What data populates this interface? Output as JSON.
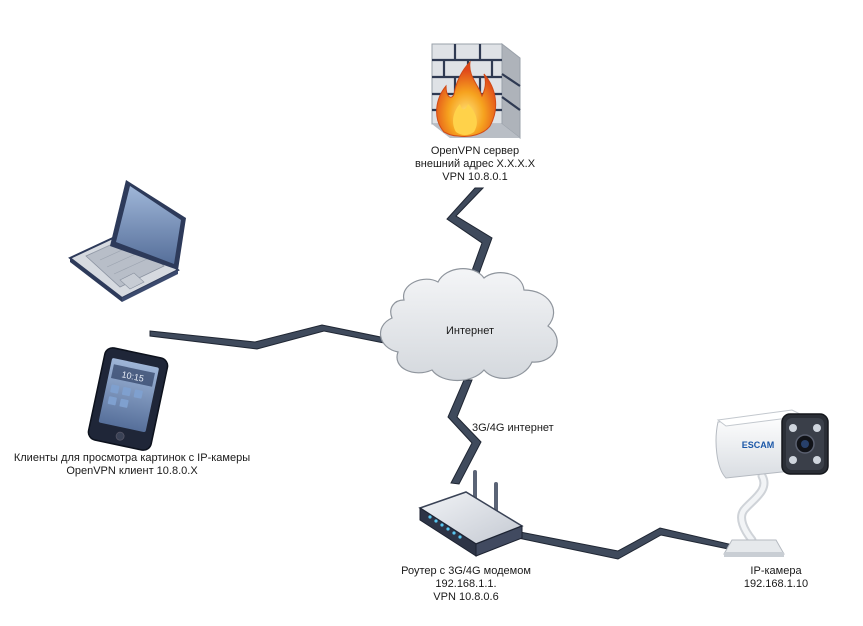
{
  "nodes": {
    "server": {
      "lines": [
        "OpenVPN сервер",
        "внешний адрес X.X.X.X",
        "VPN 10.8.0.1"
      ]
    },
    "internet": {
      "label": "Интернет"
    },
    "clients": {
      "lines": [
        "Клиенты для просмотра картинок с IP-камеры",
        "OpenVPN клиент 10.8.0.X"
      ]
    },
    "phone": {
      "clock": "10:15"
    },
    "router": {
      "lines": [
        "Роутер с 3G/4G модемом",
        "192.168.1.1.",
        "VPN 10.8.0.6"
      ]
    },
    "camera": {
      "brand": "ESCAM",
      "lines": [
        "IP-камера",
        "192.168.1.10"
      ]
    }
  },
  "links": {
    "uplink": {
      "label": "3G/4G интернет"
    }
  },
  "colors": {
    "bolt_fill": "#3f4a5c",
    "bolt_stroke": "#1f2633",
    "cloud": "#e4e7ea",
    "firewall_flame": "#f39a1b"
  },
  "icons": [
    "firewall-icon",
    "laptop-icon",
    "smartphone-icon",
    "router-icon",
    "ip-camera-icon",
    "cloud-icon"
  ]
}
